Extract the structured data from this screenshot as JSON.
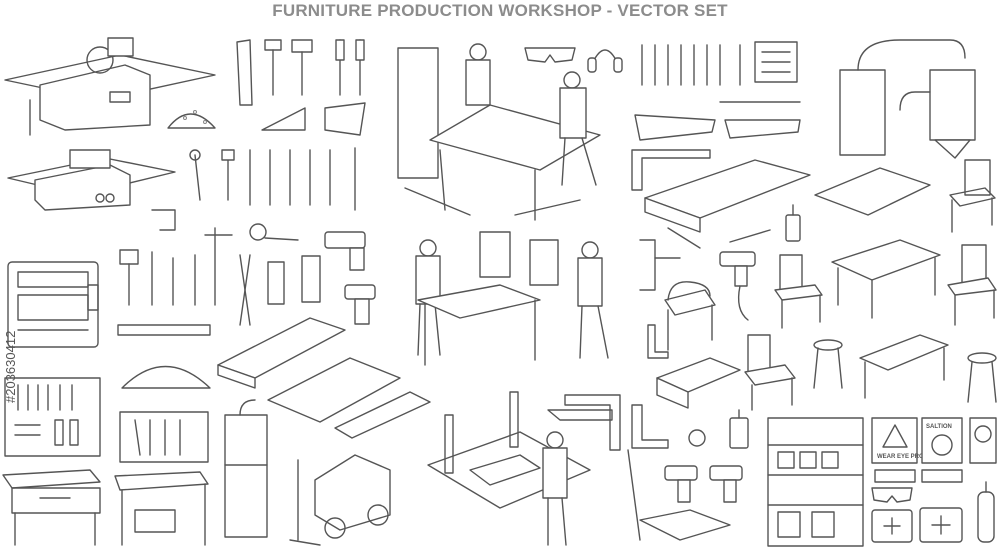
{
  "title": "FURNITURE PRODUCTION WORKSHOP - VECTOR SET",
  "stock_id": "#203630412",
  "signs": {
    "wear_eye": "WEAR EYE PROTECTION",
    "caution": "SALTION"
  },
  "colors": {
    "line": "#555555",
    "title": "#8c8c8c",
    "background": "#ffffff"
  }
}
